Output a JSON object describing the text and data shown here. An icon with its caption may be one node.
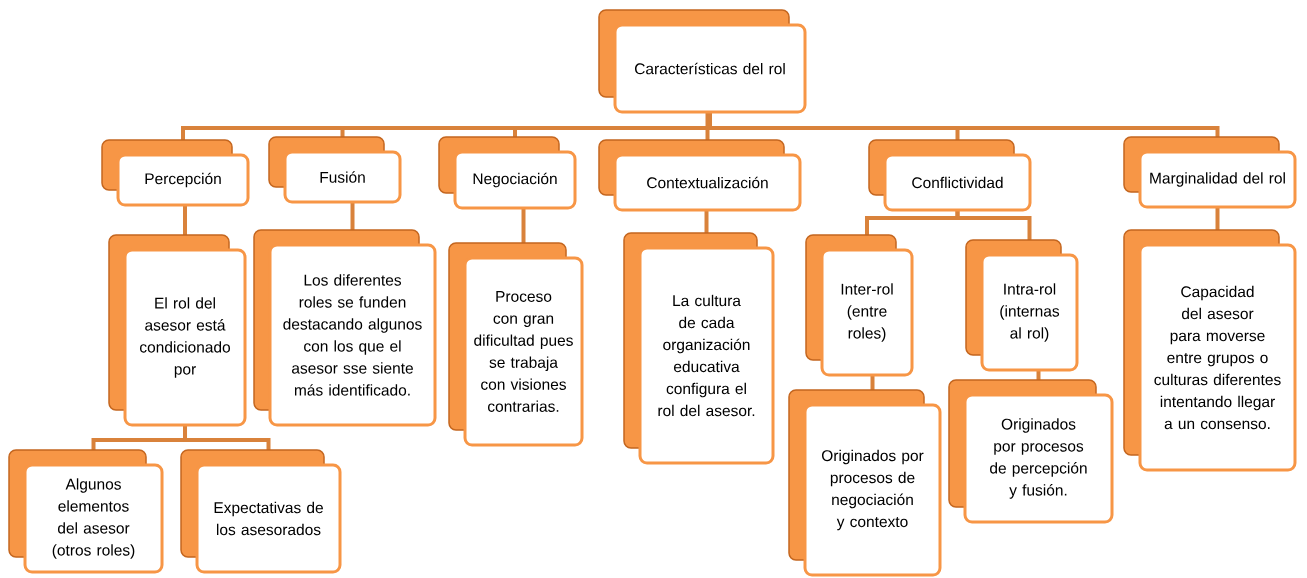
{
  "diagram": {
    "nodes": [
      {
        "text": [
          "Características del rol"
        ]
      },
      {
        "text": [
          "Percepción"
        ]
      },
      {
        "text": [
          "Fusión"
        ]
      },
      {
        "text": [
          "Negociación"
        ]
      },
      {
        "text": [
          "Contextualización"
        ]
      },
      {
        "text": [
          "Conflictividad"
        ]
      },
      {
        "text": [
          "Marginalidad del rol"
        ]
      },
      {
        "text": [
          "El rol del asesor está condicionado por"
        ]
      },
      {
        "text": [
          "Los diferentes roles se funden destacando algunos con los que el asesor sse siente más identificado."
        ]
      },
      {
        "text": [
          "Proceso con gran dificultad pues se trabaja con visiones contrarias."
        ]
      },
      {
        "text": [
          "La cultura de cada organización educativa configura el rol del asesor."
        ]
      },
      {
        "text": [
          "Inter-rol (entre roles)"
        ]
      },
      {
        "text": [
          "Intra-rol (internas al rol)"
        ]
      },
      {
        "text": [
          "Capacidad del asesor para moverse entre grupos o culturas diferentes intentando llegar a un consenso."
        ]
      },
      {
        "text": [
          "Algunos elementos del asesor (otros roles)"
        ]
      },
      {
        "text": [
          "Expectativas de los asesorados"
        ]
      },
      {
        "text": [
          "Originados por procesos de negociación y contexto"
        ]
      },
      {
        "text": [
          "Originados por procesos de percepción y fusión."
        ]
      }
    ],
    "edges": [
      {
        "from": 0,
        "to": 1,
        "arrow": "none"
      },
      {
        "from": 0,
        "to": 2,
        "arrow": "none"
      },
      {
        "from": 0,
        "to": 3,
        "arrow": "none"
      },
      {
        "from": 0,
        "to": 4,
        "arrow": "none"
      },
      {
        "from": 0,
        "to": 5,
        "arrow": "none"
      },
      {
        "from": 0,
        "to": 6,
        "arrow": "none"
      },
      {
        "from": 1,
        "to": 7,
        "arrow": "none"
      },
      {
        "from": 2,
        "to": 8,
        "arrow": "none"
      },
      {
        "from": 3,
        "to": 9,
        "arrow": "none"
      },
      {
        "from": 4,
        "to": 10,
        "arrow": "none"
      },
      {
        "from": 5,
        "to": 11,
        "arrow": "none"
      },
      {
        "from": 5,
        "to": 12,
        "arrow": "none"
      },
      {
        "from": 6,
        "to": 13,
        "arrow": "none"
      },
      {
        "from": 7,
        "to": 14,
        "arrow": "none"
      },
      {
        "from": 7,
        "to": 15,
        "arrow": "none"
      },
      {
        "from": 11,
        "to": 16,
        "arrow": "none"
      },
      {
        "from": 12,
        "to": 17,
        "arrow": "none"
      }
    ]
  }
}
